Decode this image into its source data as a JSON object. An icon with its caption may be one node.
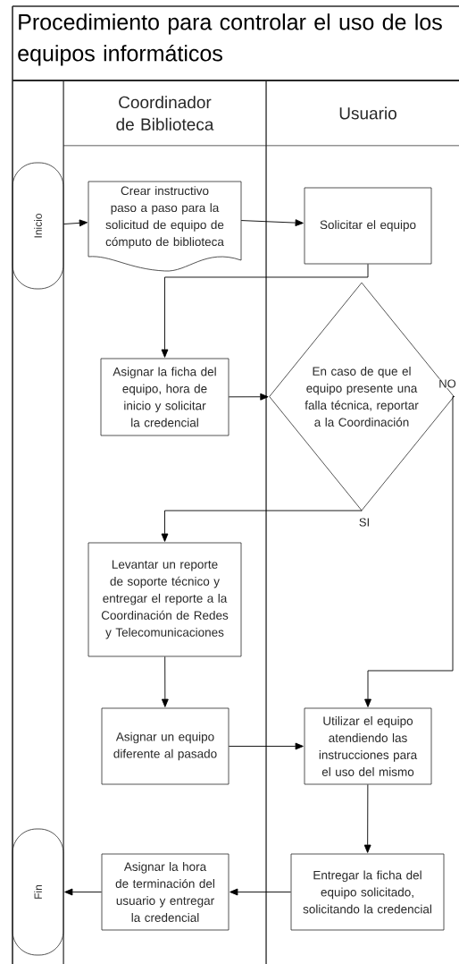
{
  "diagram": {
    "title": "Procedimiento para controlar el uso de los equipos informáticos",
    "nodes": [
      {
        "text": [
          "Coordinador de Biblioteca"
        ]
      },
      {
        "text": [
          "Usuario"
        ]
      },
      {
        "text": [
          "Inicio"
        ]
      },
      {
        "text": [
          "Crear instructivo paso a paso para la solicitud de equipo de cómputo de biblioteca"
        ]
      },
      {
        "text": [
          "Solicitar el equipo"
        ]
      },
      {
        "text": [
          "Asignar la ficha del equipo, hora de inicio y solicitar la credencial"
        ]
      },
      {
        "text": [
          "En caso de que el equipo presente una falla técnica, reportar a la Coordinación"
        ]
      },
      {
        "text": [
          "Levantar un reporte de soporte técnico y entregar el reporte a la Coordinación de Redes y Telecomunicaciones"
        ]
      },
      {
        "text": [
          "Asignar un equipo diferente al pasado"
        ]
      },
      {
        "text": [
          "Utilizar el equipo atendiendo las instrucciones para el uso del mismo"
        ]
      },
      {
        "text": [
          "Fin"
        ]
      },
      {
        "text": [
          "Asignar la hora de terminación del usuario y entregar la credencial"
        ]
      },
      {
        "text": [
          "Entregar la ficha del equipo solicitado, solicitando la credencial"
        ]
      }
    ],
    "edges": [
      {
        "from": 2,
        "to": 3,
        "arrow": "to"
      },
      {
        "from": 3,
        "to": 4,
        "arrow": "to"
      },
      {
        "from": 4,
        "to": 5,
        "arrow": "to"
      },
      {
        "from": 5,
        "to": 6,
        "arrow": "to"
      },
      {
        "from": 6,
        "to": 7,
        "arrow": "to",
        "label": "SI"
      },
      {
        "from": 6,
        "to": 9,
        "arrow": "to",
        "label": "NO"
      },
      {
        "from": 7,
        "to": 8,
        "arrow": "to"
      },
      {
        "from": 8,
        "to": 9,
        "arrow": "to"
      },
      {
        "from": 9,
        "to": 12,
        "arrow": "to"
      },
      {
        "from": 12,
        "to": 11,
        "arrow": "to"
      },
      {
        "from": 11,
        "to": 10,
        "arrow": "to"
      }
    ]
  }
}
